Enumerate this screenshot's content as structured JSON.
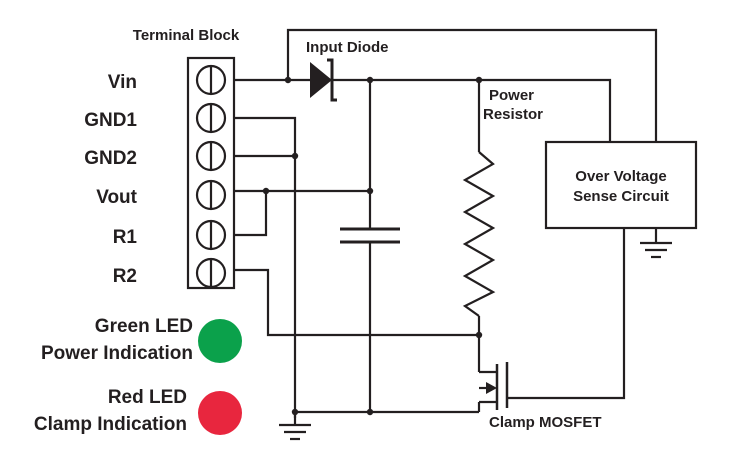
{
  "terminal_block": {
    "title": "Terminal Block",
    "pins": [
      "Vin",
      "GND1",
      "GND2",
      "Vout",
      "R1",
      "R2"
    ]
  },
  "labels": {
    "input_diode": "Input Diode",
    "power_resistor_line1": "Power",
    "power_resistor_line2": "Resistor",
    "ovs_line1": "Over Voltage",
    "ovs_line2": "Sense Circuit",
    "clamp_mosfet": "Clamp MOSFET"
  },
  "leds": [
    {
      "line1": "Green LED",
      "line2": "Power Indication",
      "color": "#0ba14b"
    },
    {
      "line1": "Red LED",
      "line2": "Clamp Indication",
      "color": "#e8263e"
    }
  ],
  "colors": {
    "ink": "#231f20"
  }
}
